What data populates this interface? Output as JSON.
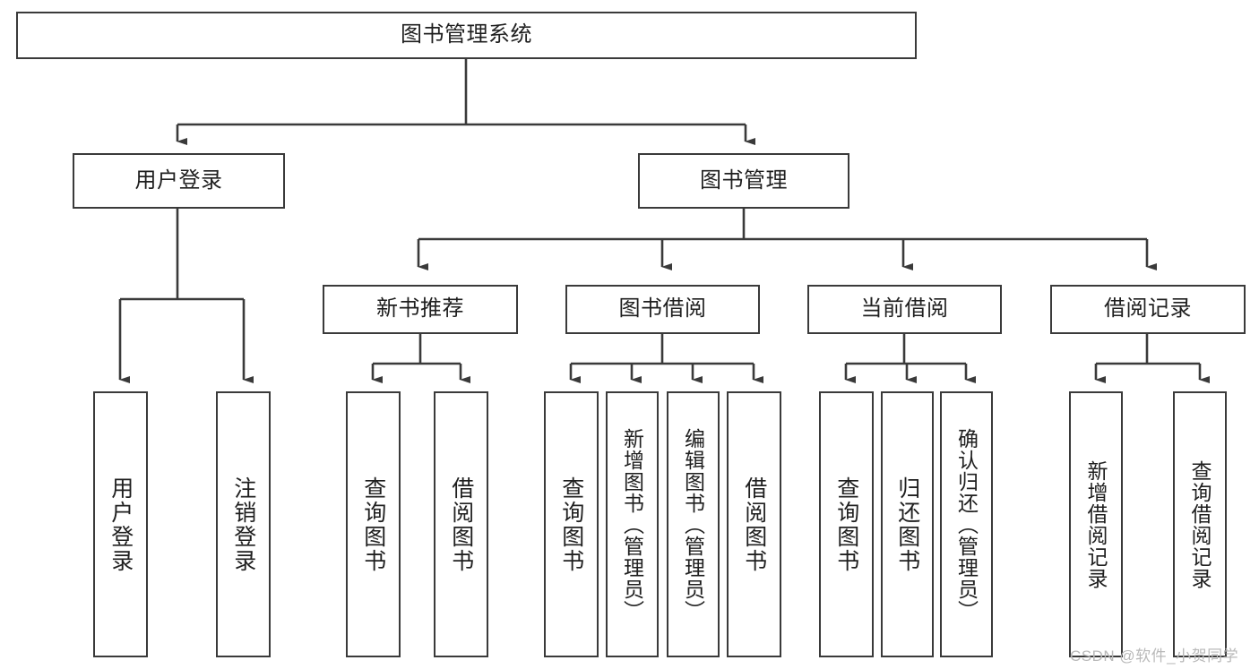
{
  "diagram": {
    "type": "tree-hierarchy",
    "title": "图书管理系统",
    "root": {
      "id": "root",
      "label": "图书管理系统",
      "orientation": "horizontal"
    },
    "level2": [
      {
        "id": "user-login",
        "label": "用户登录",
        "orientation": "horizontal"
      },
      {
        "id": "book-management",
        "label": "图书管理",
        "orientation": "horizontal"
      }
    ],
    "level3": [
      {
        "id": "new-book-recommend",
        "label": "新书推荐",
        "orientation": "horizontal",
        "parent": "book-management"
      },
      {
        "id": "book-borrow",
        "label": "图书借阅",
        "orientation": "horizontal",
        "parent": "book-management"
      },
      {
        "id": "current-borrow",
        "label": "当前借阅",
        "orientation": "horizontal",
        "parent": "book-management"
      },
      {
        "id": "borrow-record",
        "label": "借阅记录",
        "orientation": "horizontal",
        "parent": "book-management"
      }
    ],
    "leaves": [
      {
        "id": "leaf-user-login",
        "label": "用户登录",
        "parent": "user-login"
      },
      {
        "id": "leaf-user-logout",
        "label": "注销登录",
        "parent": "user-login"
      },
      {
        "id": "leaf-query-book-1",
        "label": "查询图书",
        "parent": "new-book-recommend"
      },
      {
        "id": "leaf-borrow-book-1",
        "label": "借阅图书",
        "parent": "new-book-recommend"
      },
      {
        "id": "leaf-query-book-2",
        "label": "查询图书",
        "parent": "book-borrow"
      },
      {
        "id": "leaf-add-book",
        "label": "新增图书（管理员）",
        "parent": "book-borrow"
      },
      {
        "id": "leaf-edit-book",
        "label": "编辑图书（管理员）",
        "parent": "book-borrow"
      },
      {
        "id": "leaf-borrow-book-2",
        "label": "借阅图书",
        "parent": "book-borrow"
      },
      {
        "id": "leaf-query-book-3",
        "label": "查询图书",
        "parent": "current-borrow"
      },
      {
        "id": "leaf-return-book",
        "label": "归还图书",
        "parent": "current-borrow"
      },
      {
        "id": "leaf-confirm-return",
        "label": "确认归还（管理员）",
        "parent": "current-borrow"
      },
      {
        "id": "leaf-add-record",
        "label": "新增借阅记录",
        "parent": "borrow-record"
      },
      {
        "id": "leaf-query-record",
        "label": "查询借阅记录",
        "parent": "borrow-record"
      }
    ]
  },
  "watermark": {
    "text": "CSDN @软件_小贺同学"
  },
  "colors": {
    "stroke": "#3a3a3a",
    "text": "#1f1f1f",
    "background": "#ffffff",
    "watermark": "#b9b9b9"
  }
}
